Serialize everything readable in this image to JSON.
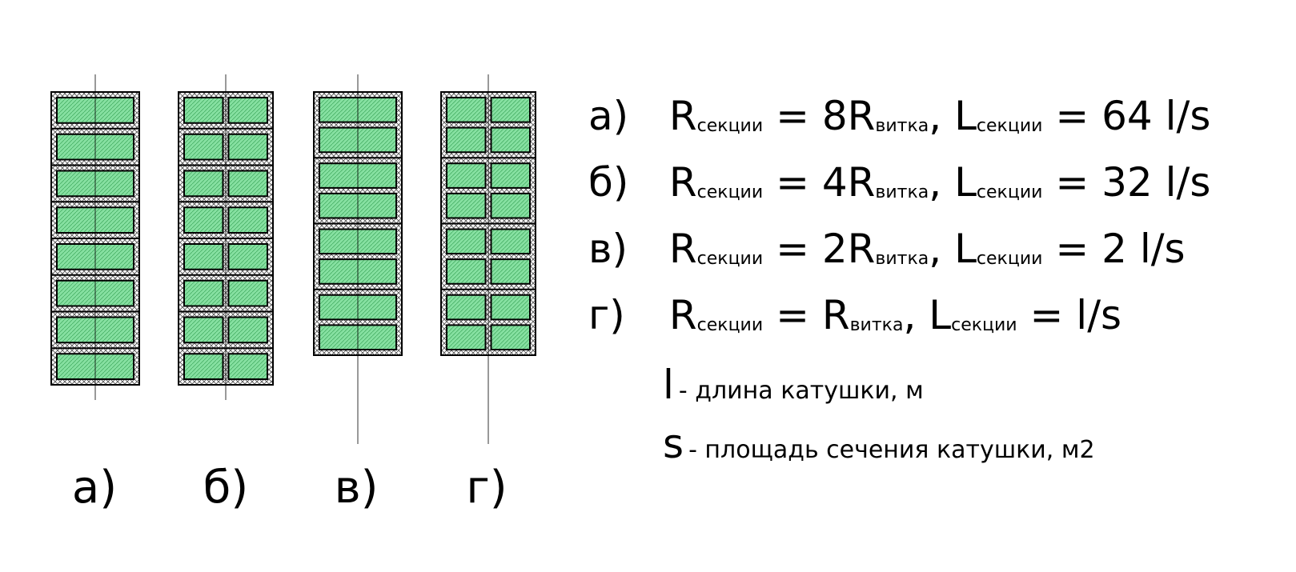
{
  "colors": {
    "cell_fill": "#86e0a1",
    "cell_hatch": "#3ea85e",
    "insulation_hatch": "#555555",
    "outline": "#000000",
    "background": "#ffffff"
  },
  "coils": [
    {
      "caption": "а)",
      "rows": 8,
      "cols": 1,
      "grouping": "1 turn per section"
    },
    {
      "caption": "б)",
      "rows": 8,
      "cols": 2,
      "grouping": "2 turns per section"
    },
    {
      "caption": "в)",
      "rows": 8,
      "cols": 1,
      "grouping": "2 turns per section"
    },
    {
      "caption": "г)",
      "rows": 8,
      "cols": 2,
      "grouping": "4 turns per section"
    }
  ],
  "formulas": [
    {
      "label": "а)",
      "r_sub": "секции",
      "r_eq": "= 8R",
      "r2_sub": "витка",
      "l_sub": "секции",
      "l_eq": "= 64 l/s"
    },
    {
      "label": "б)",
      "r_sub": "секции",
      "r_eq": "= 4R",
      "r2_sub": "витка",
      "l_sub": "секции",
      "l_eq": "= 32 l/s"
    },
    {
      "label": "в)",
      "r_sub": "секции",
      "r_eq": "= 2R",
      "r2_sub": "витка",
      "l_sub": "секции",
      "l_eq": "= 2 l/s"
    },
    {
      "label": "г)",
      "r_sub": "секции",
      "r_eq": "= R",
      "r2_sub": "витка",
      "l_sub": "секции",
      "l_eq": "= l/s"
    }
  ],
  "legend": [
    {
      "symbol": "l",
      "description": "- длина катушки, м"
    },
    {
      "symbol": "s",
      "description": "- площадь сечения катушки, м2"
    }
  ]
}
